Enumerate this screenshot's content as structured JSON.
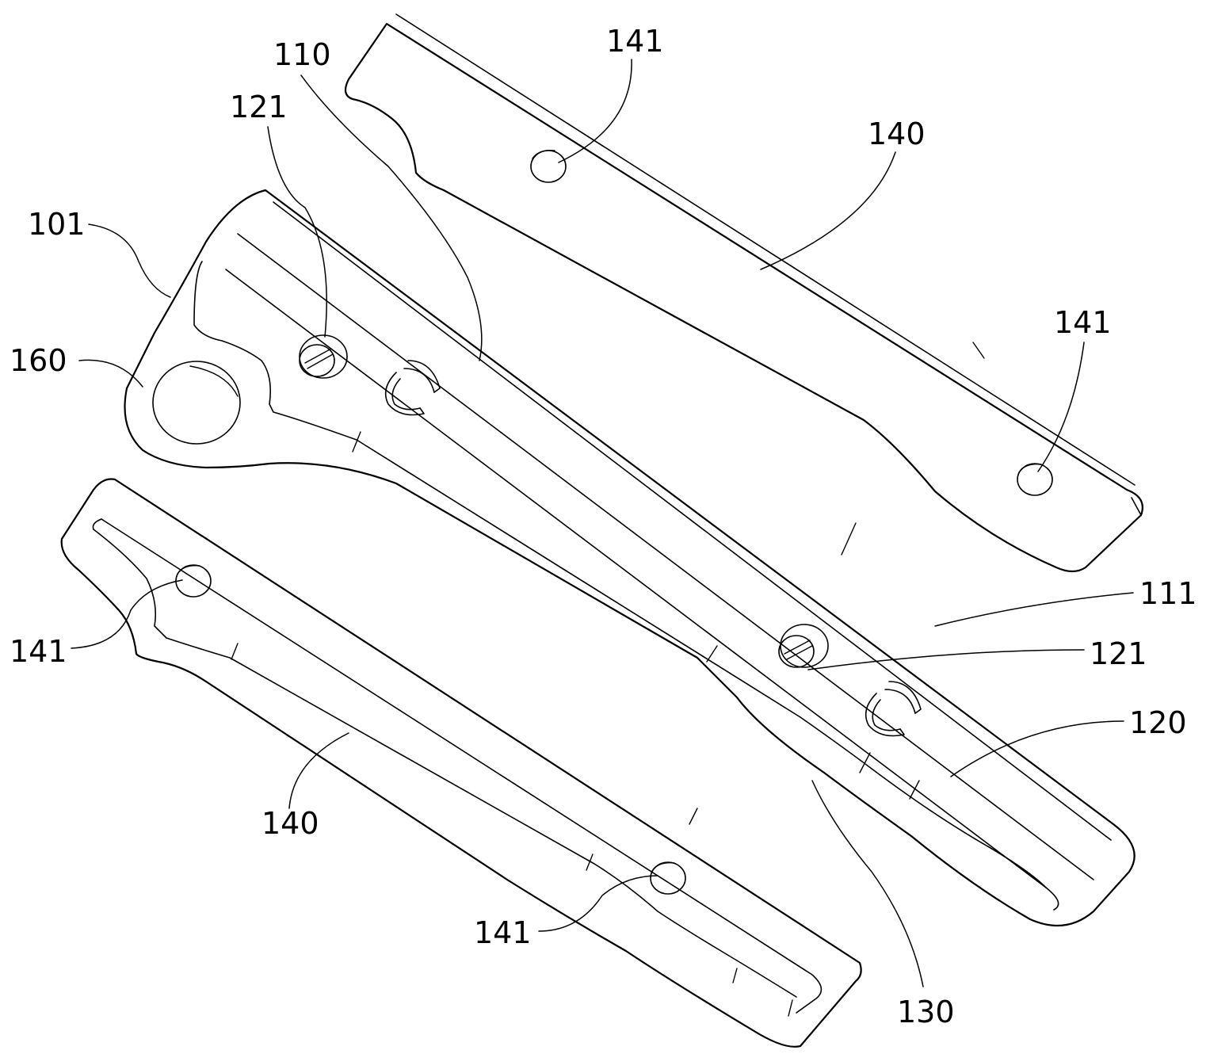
{
  "figure": {
    "labels": {
      "l141_top": "141",
      "l110": "110",
      "l121_top": "121",
      "l140_top": "140",
      "l101": "101",
      "l160": "160",
      "l141_right": "141",
      "l111": "111",
      "l121_right": "121",
      "l120": "120",
      "l141_left": "141",
      "l140_bottom": "140",
      "l141_bottom": "141",
      "l130": "130"
    }
  }
}
